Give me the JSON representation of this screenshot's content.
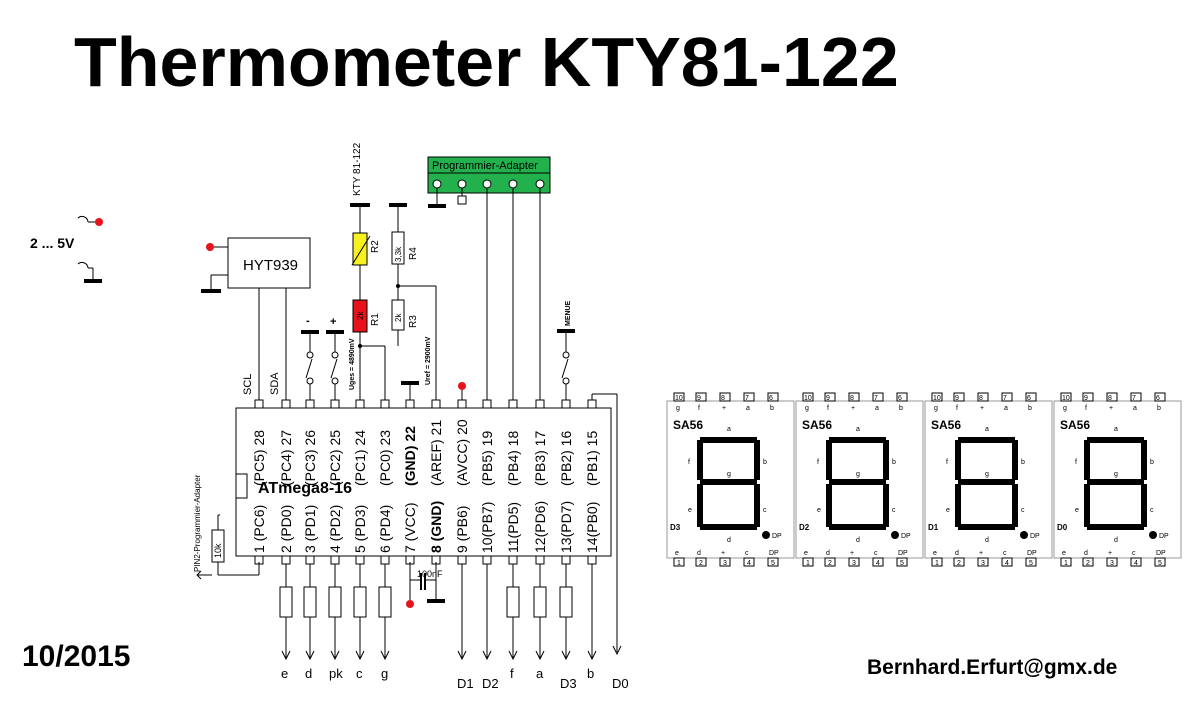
{
  "title": "Thermometer KTY81-122",
  "date": "10/2015",
  "email": "Bernhard.Erfurt@gmx.de",
  "supply": "2 ... 5V",
  "sensor": "HYT939",
  "programmer": {
    "label": "Programmier-Adapter",
    "pin2_label": "PIN2-Programmier-Adapter"
  },
  "mcu": {
    "name": "ATmega8-16",
    "top_pins": [
      "(PC5) 28",
      "(PC4) 27",
      "(PC3) 26",
      "(PC2) 25",
      "(PC1) 24",
      "(PC0) 23",
      "(GND) 22",
      "(AREF) 21",
      "(AVCC) 20",
      "(PB5) 19",
      "(PB4) 18",
      "(PB3) 17",
      "(PB2) 16",
      "(PB1) 15"
    ],
    "bottom_pins": [
      "1 (PC6)",
      "2 (PD0)",
      "3 (PD1)",
      "4 (PD2)",
      "5 (PD3)",
      "6 (PD4)",
      "7 (VCC)",
      "8 (GND)",
      "9 (PB6)",
      "10(PB7)",
      "11(PD5)",
      "12(PD6)",
      "13(PD7)",
      "14(PB0)"
    ]
  },
  "components": {
    "sensor_name": "KTY 81-122",
    "r2": "R2",
    "r1": "R1",
    "r1_value": "2k",
    "r4": "R4",
    "r4_value": "3,3k",
    "r3": "R3",
    "r3_value": "2k",
    "r_reset": "10k",
    "cap": "100nF",
    "ugcs": "Uges = 4890mV",
    "uref": "Uref = 2900mV",
    "minus": "-",
    "plus": "+",
    "menue": "MENUE",
    "scl": "SCL",
    "sda": "SDA"
  },
  "outputs": [
    "e",
    "d",
    "pk",
    "c",
    "g",
    "D1",
    "D2",
    "f",
    "a",
    "D3",
    "b",
    "D0"
  ],
  "displays": [
    {
      "model": "SA56",
      "digit": "D3"
    },
    {
      "model": "SA56",
      "digit": "D2"
    },
    {
      "model": "SA56",
      "digit": "D1"
    },
    {
      "model": "SA56",
      "digit": "D0"
    }
  ],
  "display_pins": {
    "top_numbers": [
      "10",
      "9",
      "8",
      "7",
      "6"
    ],
    "top_labels": [
      "g",
      "f",
      "+",
      "a",
      "b"
    ],
    "bottom_labels": [
      "e",
      "d",
      "+",
      "c",
      "DP"
    ],
    "bottom_numbers": [
      "1",
      "2",
      "3",
      "4",
      "5"
    ],
    "segments": [
      "a",
      "b",
      "c",
      "d",
      "e",
      "f",
      "g"
    ],
    "dp": "DP"
  },
  "colors": {
    "red": "#e8121a",
    "green": "#22b14c",
    "yellow": "#f7f120",
    "label_green": "#2e8b2e",
    "label_red": "#cc1a1a"
  }
}
